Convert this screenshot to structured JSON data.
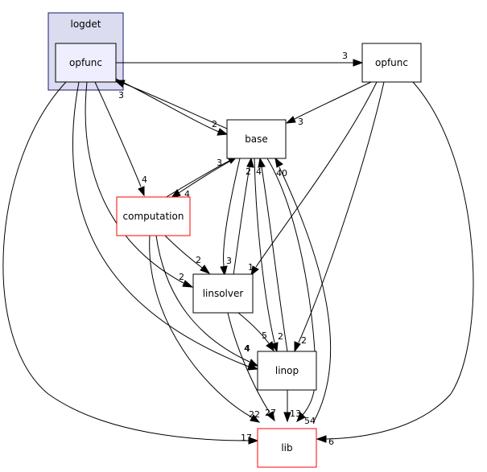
{
  "cluster": {
    "label": "logdet",
    "fill": "#dcdcf0",
    "stroke": "#191970"
  },
  "nodes": {
    "opfunc_inner": {
      "label": "opfunc",
      "fill": "#eeeeff",
      "stroke": "#000000"
    },
    "opfunc_outer": {
      "label": "opfunc",
      "fill": "#ffffff",
      "stroke": "#000000"
    },
    "base": {
      "label": "base",
      "fill": "#ffffff",
      "stroke": "#000000"
    },
    "computation": {
      "label": "computation",
      "fill": "#ffffff",
      "stroke": "#ff0000"
    },
    "linsolver": {
      "label": "linsolver",
      "fill": "#ffffff",
      "stroke": "#000000"
    },
    "linop": {
      "label": "linop",
      "fill": "#ffffff",
      "stroke": "#000000"
    },
    "lib": {
      "label": "lib",
      "fill": "#ffffff",
      "stroke": "#ff0000"
    }
  },
  "edges": [
    {
      "id": "inner-to-outer",
      "from": "opfunc_inner",
      "to": "opfunc_outer",
      "label": "3"
    },
    {
      "id": "inner-to-base",
      "from": "opfunc_inner",
      "to": "base",
      "label": "2"
    },
    {
      "id": "base-to-inner",
      "from": "base",
      "to": "opfunc_inner",
      "label": "3"
    },
    {
      "id": "inner-to-computation",
      "from": "opfunc_inner",
      "to": "computation",
      "label": "4"
    },
    {
      "id": "inner-to-linsolver",
      "from": "opfunc_inner",
      "to": "linsolver",
      "label": "2"
    },
    {
      "id": "inner-to-linop",
      "from": "opfunc_inner",
      "to": "linop",
      "label": "4"
    },
    {
      "id": "inner-to-lib",
      "from": "opfunc_inner",
      "to": "lib",
      "label": "17"
    },
    {
      "id": "outer-to-base",
      "from": "opfunc_outer",
      "to": "base",
      "label": "3"
    },
    {
      "id": "outer-to-linsolver",
      "from": "opfunc_outer",
      "to": "linsolver",
      "label": "1"
    },
    {
      "id": "outer-to-linop",
      "from": "opfunc_outer",
      "to": "linop",
      "label": "2"
    },
    {
      "id": "outer-to-lib",
      "from": "opfunc_outer",
      "to": "lib",
      "label": "6"
    },
    {
      "id": "base-to-computation",
      "from": "base",
      "to": "computation",
      "label": "4"
    },
    {
      "id": "computation-to-base",
      "from": "computation",
      "to": "base",
      "label": "3"
    },
    {
      "id": "base-to-linsolver",
      "from": "base",
      "to": "linsolver",
      "label": "3"
    },
    {
      "id": "linsolver-to-base",
      "from": "linsolver",
      "to": "base",
      "label": "2"
    },
    {
      "id": "base-to-linop",
      "from": "base",
      "to": "linop",
      "label": "2"
    },
    {
      "id": "linop-to-base",
      "from": "linop",
      "to": "base",
      "label": "4"
    },
    {
      "id": "base-to-lib",
      "from": "base",
      "to": "lib",
      "label": "54"
    },
    {
      "id": "lib-to-base",
      "from": "lib",
      "to": "base",
      "label": "40"
    },
    {
      "id": "computation-to-linsolver",
      "from": "computation",
      "to": "linsolver",
      "label": "2"
    },
    {
      "id": "computation-to-linop",
      "from": "computation",
      "to": "linop",
      "label": "4"
    },
    {
      "id": "computation-to-lib",
      "from": "computation",
      "to": "lib",
      "label": "22"
    },
    {
      "id": "linsolver-to-linop",
      "from": "linsolver",
      "to": "linop",
      "label": "5"
    },
    {
      "id": "linsolver-to-lib",
      "from": "linsolver",
      "to": "lib",
      "label": "27"
    },
    {
      "id": "linop-to-lib",
      "from": "linop",
      "to": "lib",
      "label": "13"
    }
  ]
}
